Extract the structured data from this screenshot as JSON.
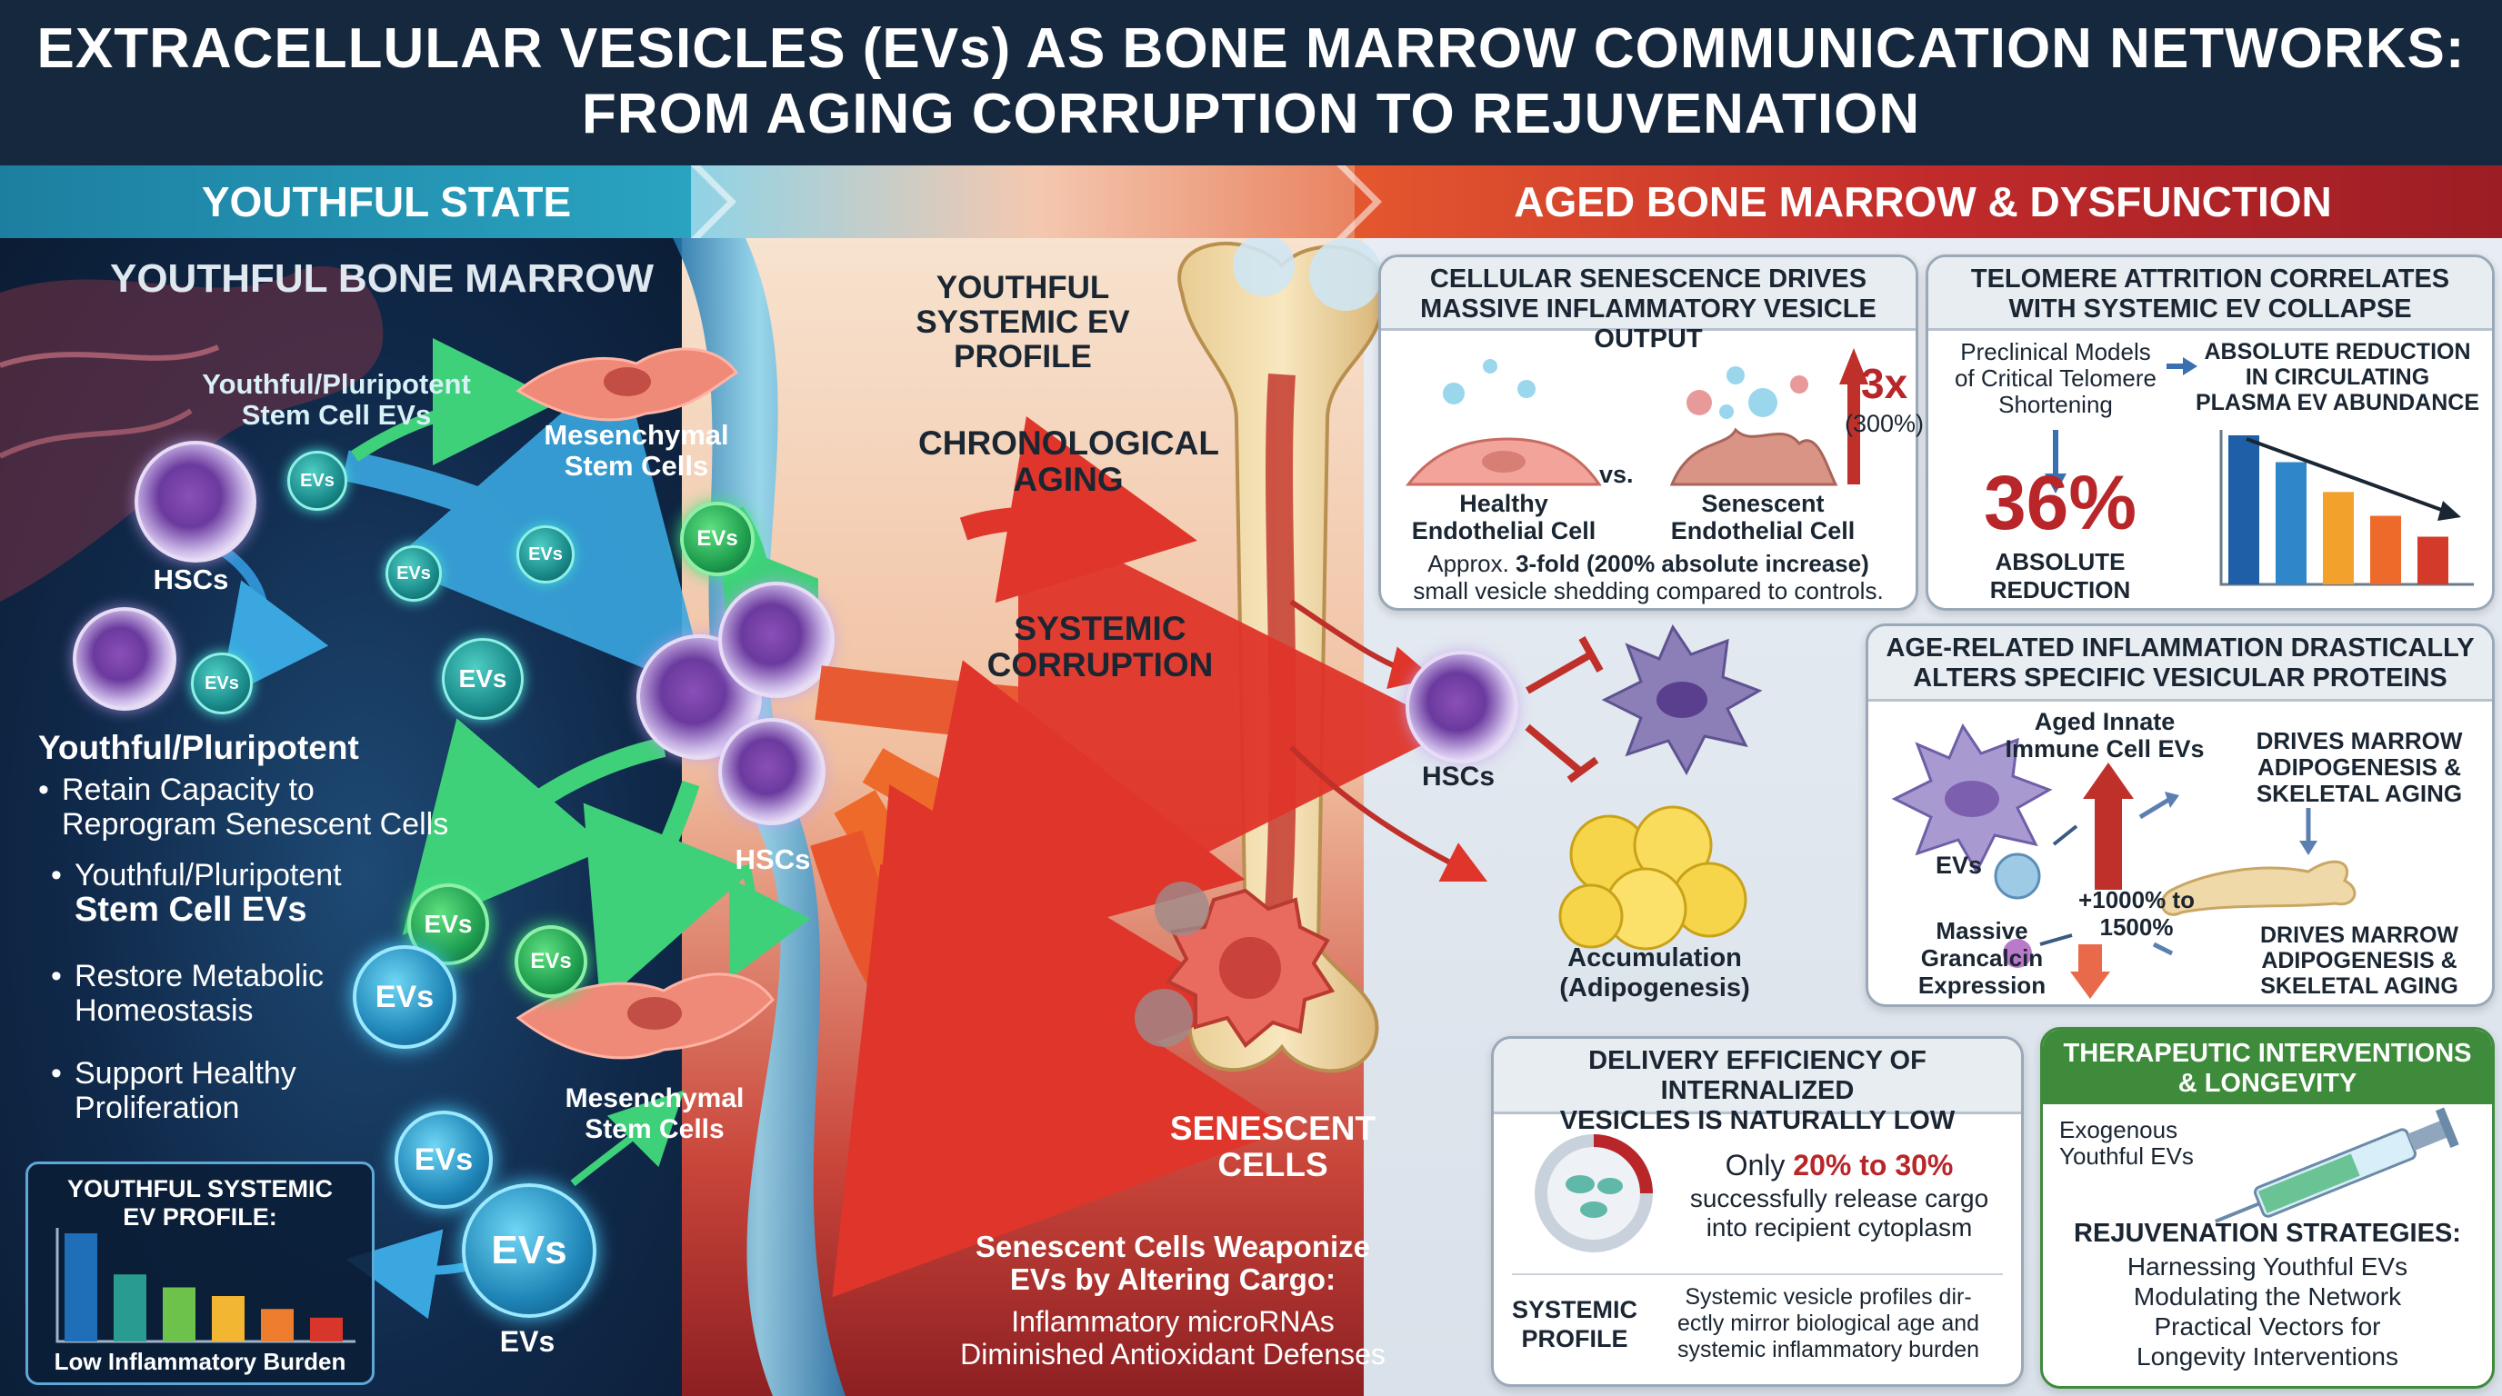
{
  "title": {
    "line1": "EXTRACELLULAR VESICLES (EVs) AS BONE MARROW COMMUNICATION NETWORKS:",
    "line2": "FROM AGING CORRUPTION TO REJUVENATION"
  },
  "bands": {
    "left": "YOUTHFUL STATE",
    "right": "AGED BONE MARROW & DYSFUNCTION"
  },
  "left": {
    "heading": "YOUTHFUL BONE MARROW",
    "label_ypsc_evs": "Youthful/Pluripotent\nStem Cell EVs",
    "label_msc_top": "Mesenchymal\nStem Cells",
    "label_hscs_left": "HSCs",
    "label_hscs_center": "HSCs",
    "label_msc_bottom": "Mesenchymal\nStem Cells",
    "label_evs_bottom": "EVs",
    "ev_label": "EVs",
    "section_title": "Youthful/Pluripotent",
    "bullets": [
      {
        "text": "Retain Capacity to\nReprogram Senescent Cells"
      },
      {
        "pre": "Youthful/Pluripotent",
        "bold": "Stem Cell EVs"
      },
      {
        "text": "Restore Metabolic\nHomeostasis"
      },
      {
        "text": "Support Healthy\nProliferation"
      }
    ],
    "profile_box": {
      "title": "YOUTHFUL SYSTEMIC\nEV PROFILE:",
      "footer": "Low Inflammatory Burden",
      "bars": [
        {
          "value": 1.0,
          "color": "#1e6fb8"
        },
        {
          "value": 0.62,
          "color": "#2a9b8f"
        },
        {
          "value": 0.5,
          "color": "#6cc24a"
        },
        {
          "value": 0.42,
          "color": "#f2b632"
        },
        {
          "value": 0.3,
          "color": "#ee7d2e"
        },
        {
          "value": 0.22,
          "color": "#d9362b"
        }
      ]
    }
  },
  "middle": {
    "profile": "YOUTHFUL\nSYSTEMIC EV\nPROFILE",
    "aging": "CHRONOLOGICAL\nAGING",
    "corruption": "SYSTEMIC\nCORRUPTION",
    "senescent": "SENESCENT\nCELLS",
    "weaponize_title": "Senescent Cells Weaponize\nEVs by Altering Cargo:",
    "weaponize_items": "Inflammatory microRNAs\nDiminished Antioxidant Defenses",
    "hscs": "HSCs",
    "accumulation": "Accumulation\n(Adipogenesis)"
  },
  "cards": {
    "senescence": {
      "title": "CELLULAR SENESCENCE DRIVES\nMASSIVE INFLAMMATORY VESICLE OUTPUT",
      "healthy": "Healthy\nEndothelial Cell",
      "vs": "vs.",
      "senescent": "Senescent\nEndothelial Cell",
      "fold": "3x",
      "pct": "(300%)",
      "note_pre": "Approx. ",
      "note_bold": "3-fold (200% absolute increase)",
      "note_post": "small vesicle shedding compared to controls."
    },
    "telomere": {
      "title": "TELOMERE ATTRITION CORRELATES\nWITH SYSTEMIC EV COLLAPSE",
      "models": "Preclinical Models\nof Critical Telomere\nShortening",
      "reduction_label": "ABSOLUTE REDUCTION\nIN CIRCULATING\nPLASMA EV ABUNDANCE",
      "big_value": "36%",
      "big_label": "ABSOLUTE REDUCTION",
      "bars": [
        {
          "value": 1.0,
          "color": "#1e5fa8"
        },
        {
          "value": 0.82,
          "color": "#2f86c9"
        },
        {
          "value": 0.62,
          "color": "#f2a22c"
        },
        {
          "value": 0.46,
          "color": "#ee6a2a"
        },
        {
          "value": 0.32,
          "color": "#d33a2a"
        }
      ]
    },
    "inflammation": {
      "title": "AGE-RELATED INFLAMMATION DRASTICALLY\nALTERS SPECIFIC VESICULAR PROTEINS",
      "aged_innate": "Aged Innate\nImmune Cell EVs",
      "evs": "EVs",
      "grancalcin": "Massive\nGrancalcin\nExpression",
      "increase": "+1000% to\n1500%",
      "drives_top": "DRIVES MARROW\nADIPOGENESIS &\nSKELETAL AGING",
      "drives_bottom": "DRIVES MARROW\nADIPOGENESIS &\nSKELETAL AGING"
    },
    "delivery": {
      "title": "DELIVERY EFFICIENCY OF INTERNALIZED\nVESICLES IS NATURALLY LOW",
      "only": "Only ",
      "range": "20% to 30%",
      "rest": "successfully release cargo\ninto recipient cytoplasm",
      "efficiency_fraction": 0.25,
      "systemic": "SYSTEMIC\nPROFILE",
      "systemic_text": "Systemic vesicle profiles dir-\nectly mirror biological age and\nsystemic inflammatory burden"
    },
    "therapy": {
      "title": "THERAPEUTIC INTERVENTIONS\n& LONGEVITY",
      "exogenous": "Exogenous\nYouthful EVs",
      "strategies_title": "REJUVENATION STRATEGIES:",
      "strategies": "Harnessing Youthful EVs\nModulating the Network\nPractical Vectors for\nLongevity Interventions"
    }
  },
  "colors": {
    "title_bg": "#15283d",
    "accent_red": "#b8262a",
    "therapy_green": "#3f8b3c"
  }
}
